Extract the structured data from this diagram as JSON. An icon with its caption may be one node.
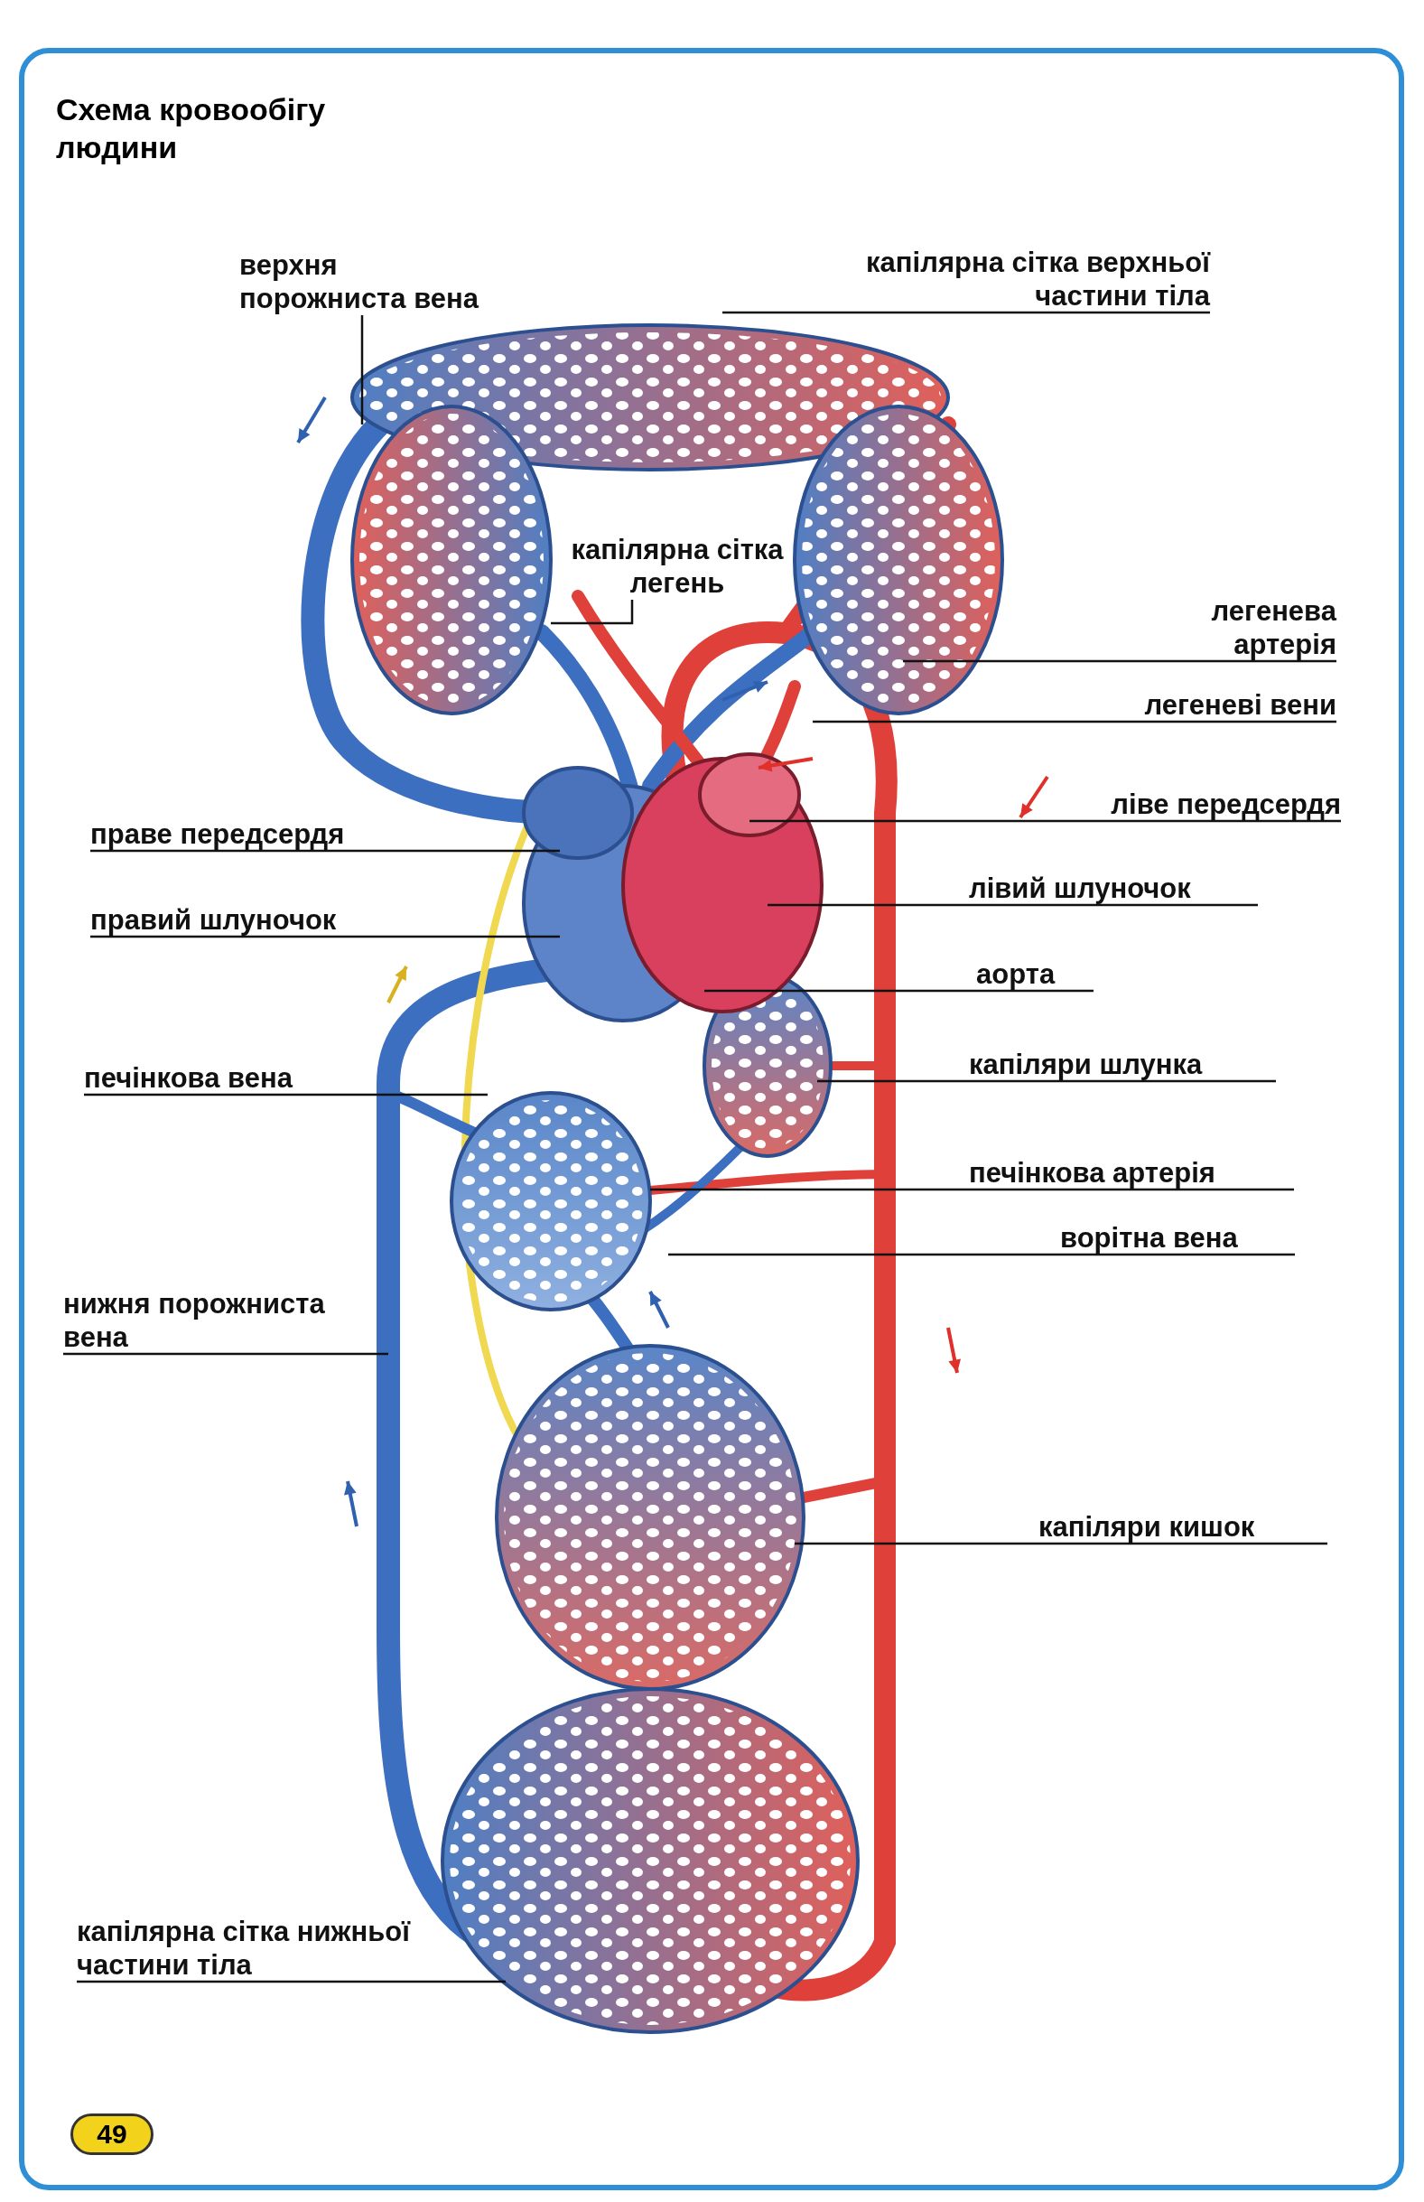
{
  "diagram": {
    "title": "Схема кровообігу людини",
    "nodes": [
      {
        "text": [
          "верхня порожниста вена"
        ]
      },
      {
        "text": [
          "капілярна сітка верхньої частини тіла"
        ]
      },
      {
        "text": [
          "капілярна сітка легень"
        ]
      },
      {
        "text": [
          "легенева артерія"
        ]
      },
      {
        "text": [
          "легеневі вени"
        ]
      },
      {
        "text": [
          "ліве передсердя"
        ]
      },
      {
        "text": [
          "праве передсердя"
        ]
      },
      {
        "text": [
          "лівий шлуночок"
        ]
      },
      {
        "text": [
          "правий шлуночок"
        ]
      },
      {
        "text": [
          "аорта"
        ]
      },
      {
        "text": [
          "печінкова вена"
        ]
      },
      {
        "text": [
          "капіляри шлунка"
        ]
      },
      {
        "text": [
          "печінкова артерія"
        ]
      },
      {
        "text": [
          "ворітна вена"
        ]
      },
      {
        "text": [
          "нижня порожниста вена"
        ]
      },
      {
        "text": [
          "капіляри кишок"
        ]
      },
      {
        "text": [
          "капілярна сітка нижньої частини тіла"
        ]
      }
    ],
    "edges": [
      {
        "from": 0,
        "to": null,
        "arrow": "none"
      },
      {
        "from": 1,
        "to": null,
        "arrow": "none"
      },
      {
        "from": 2,
        "to": null,
        "arrow": "none"
      },
      {
        "from": 3,
        "to": null,
        "arrow": "none"
      },
      {
        "from": 4,
        "to": null,
        "arrow": "none"
      },
      {
        "from": 5,
        "to": null,
        "arrow": "none"
      },
      {
        "from": 6,
        "to": null,
        "arrow": "none"
      },
      {
        "from": 7,
        "to": null,
        "arrow": "none"
      },
      {
        "from": 8,
        "to": null,
        "arrow": "none"
      },
      {
        "from": 9,
        "to": null,
        "arrow": "none"
      },
      {
        "from": 10,
        "to": null,
        "arrow": "none"
      },
      {
        "from": 11,
        "to": null,
        "arrow": "none"
      },
      {
        "from": 12,
        "to": null,
        "arrow": "none"
      },
      {
        "from": 13,
        "to": null,
        "arrow": "none"
      },
      {
        "from": 14,
        "to": null,
        "arrow": "none"
      },
      {
        "from": 15,
        "to": null,
        "arrow": "none"
      },
      {
        "from": 16,
        "to": null,
        "arrow": "none"
      }
    ],
    "labels": [
      "49"
    ]
  }
}
